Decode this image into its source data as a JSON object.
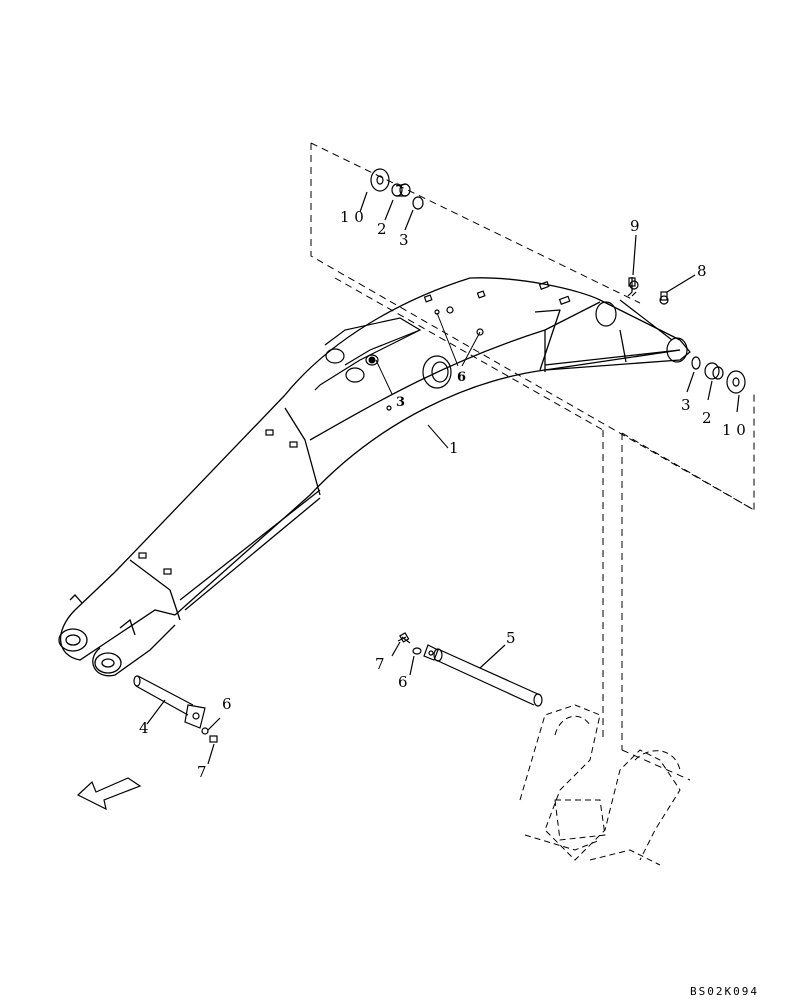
{
  "diagram": {
    "callouts": {
      "c1": "1",
      "c2_top": "2",
      "c3_top": "3",
      "c10_top": "1 0",
      "c9": "9",
      "c8": "8",
      "c6_mid": "6",
      "c3_mid": "3",
      "c3_right": "3",
      "c2_right": "2",
      "c10_right": "1 0",
      "c5": "5",
      "c7_mid": "7",
      "c6_lower": "6",
      "c4": "4",
      "c6_left": "6",
      "c7_left": "7"
    },
    "drawing_code": "BS02K094"
  }
}
